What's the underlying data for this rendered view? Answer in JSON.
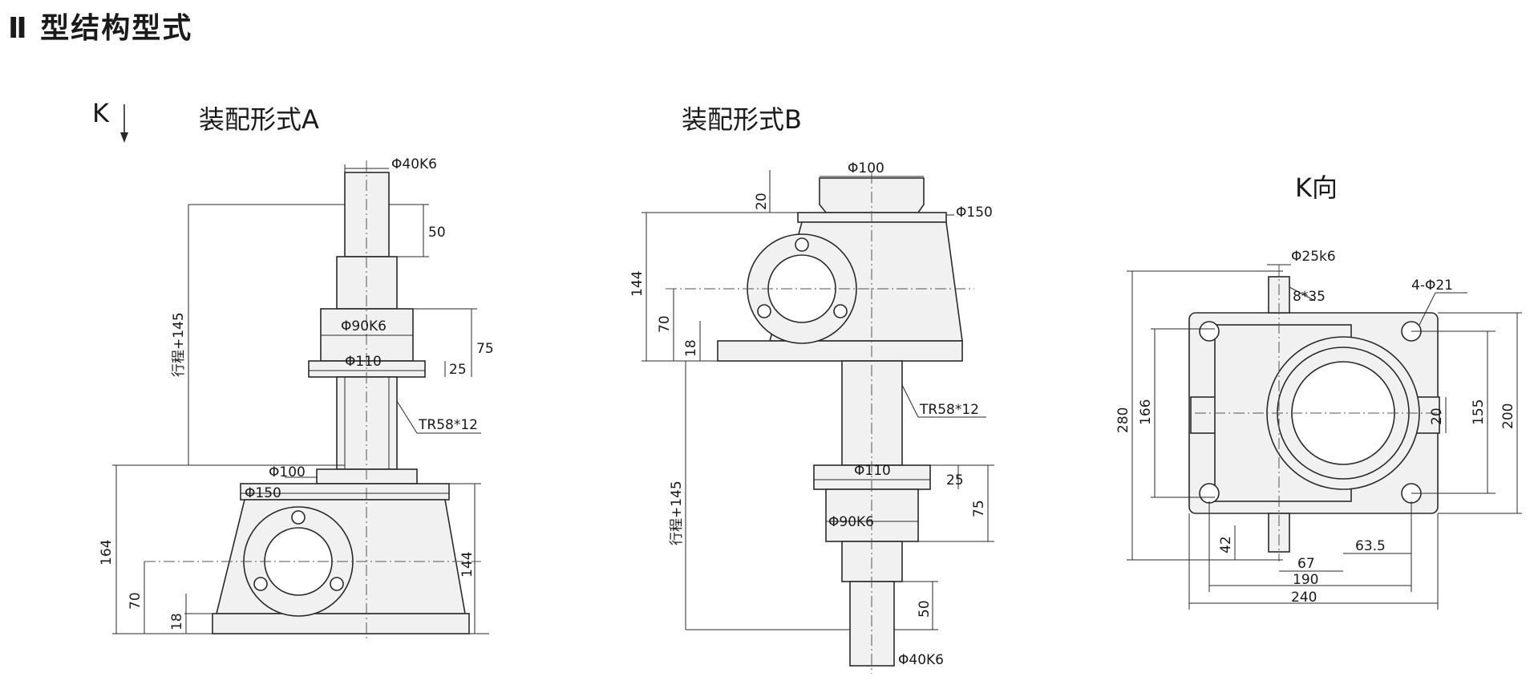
{
  "page": {
    "title": "Ⅱ 型结构型式"
  },
  "view_a": {
    "title": "装配形式A",
    "k_label": "K",
    "dims": {
      "d40": "Φ40K6",
      "h50": "50",
      "stroke": "行程+145",
      "d90": "Φ90K6",
      "h75": "75",
      "d110": "Φ110",
      "h25": "25",
      "thread": "TR58*12",
      "d100": "Φ100",
      "d150": "Φ150",
      "h164": "164",
      "h144": "144",
      "h70": "70",
      "h18": "18"
    }
  },
  "view_b": {
    "title": "装配形式B",
    "dims": {
      "d100": "Φ100",
      "h20": "20",
      "d150": "Φ150",
      "h144": "144",
      "h70": "70",
      "h18": "18",
      "thread": "TR58*12",
      "d110": "Φ110",
      "h25": "25",
      "d90": "Φ90K6",
      "h75": "75",
      "stroke": "行程+145",
      "h50": "50",
      "d40": "Φ40K6"
    }
  },
  "view_k": {
    "title": "K向",
    "dims": {
      "d25": "Φ25k6",
      "key": "8*35",
      "holes": "4-Φ21",
      "h280": "280",
      "h166": "166",
      "h20": "20",
      "h155": "155",
      "h200": "200",
      "h42": "42",
      "w63": "63.5",
      "w67": "67",
      "w190": "190",
      "w240": "240"
    }
  }
}
